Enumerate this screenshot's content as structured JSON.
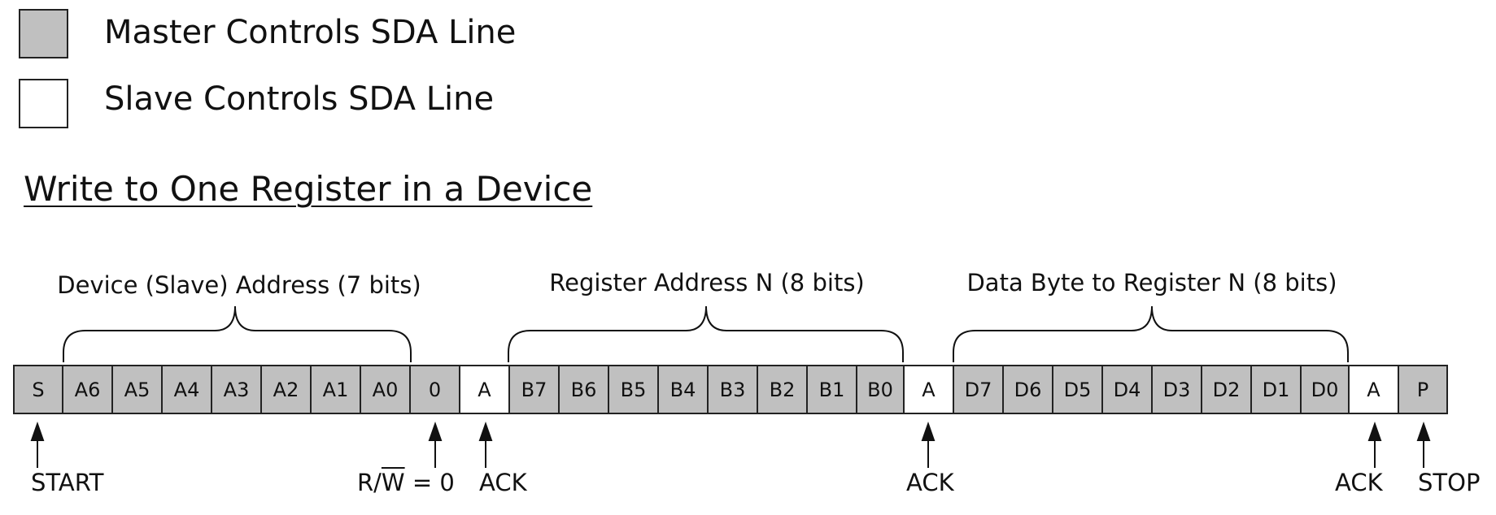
{
  "legend": [
    {
      "label": "Master Controls SDA Line",
      "color": "#c0c0c0"
    },
    {
      "label": "Slave Controls SDA Line",
      "color": "#ffffff"
    }
  ],
  "title": "Write to One Register in a Device",
  "groups": [
    {
      "label": "Device (Slave) Address (7 bits)"
    },
    {
      "label": "Register Address N (8 bits)"
    },
    {
      "label": "Data Byte to Register N (8 bits)"
    }
  ],
  "cells": [
    {
      "label": "S",
      "owner": "master"
    },
    {
      "label": "A6",
      "owner": "master"
    },
    {
      "label": "A5",
      "owner": "master"
    },
    {
      "label": "A4",
      "owner": "master"
    },
    {
      "label": "A3",
      "owner": "master"
    },
    {
      "label": "A2",
      "owner": "master"
    },
    {
      "label": "A1",
      "owner": "master"
    },
    {
      "label": "A0",
      "owner": "master"
    },
    {
      "label": "0",
      "owner": "master"
    },
    {
      "label": "A",
      "owner": "slave"
    },
    {
      "label": "B7",
      "owner": "master"
    },
    {
      "label": "B6",
      "owner": "master"
    },
    {
      "label": "B5",
      "owner": "master"
    },
    {
      "label": "B4",
      "owner": "master"
    },
    {
      "label": "B3",
      "owner": "master"
    },
    {
      "label": "B2",
      "owner": "master"
    },
    {
      "label": "B1",
      "owner": "master"
    },
    {
      "label": "B0",
      "owner": "master"
    },
    {
      "label": "A",
      "owner": "slave"
    },
    {
      "label": "D7",
      "owner": "master"
    },
    {
      "label": "D6",
      "owner": "master"
    },
    {
      "label": "D5",
      "owner": "master"
    },
    {
      "label": "D4",
      "owner": "master"
    },
    {
      "label": "D3",
      "owner": "master"
    },
    {
      "label": "D2",
      "owner": "master"
    },
    {
      "label": "D1",
      "owner": "master"
    },
    {
      "label": "D0",
      "owner": "master"
    },
    {
      "label": "A",
      "owner": "slave"
    },
    {
      "label": "P",
      "owner": "master"
    }
  ],
  "markers": [
    {
      "label": "START"
    },
    {
      "label_prefix": "R/",
      "label_overline": "W",
      "label_suffix": " = 0"
    },
    {
      "label": "ACK"
    },
    {
      "label": "ACK"
    },
    {
      "label": "ACK"
    },
    {
      "label": "STOP"
    }
  ]
}
